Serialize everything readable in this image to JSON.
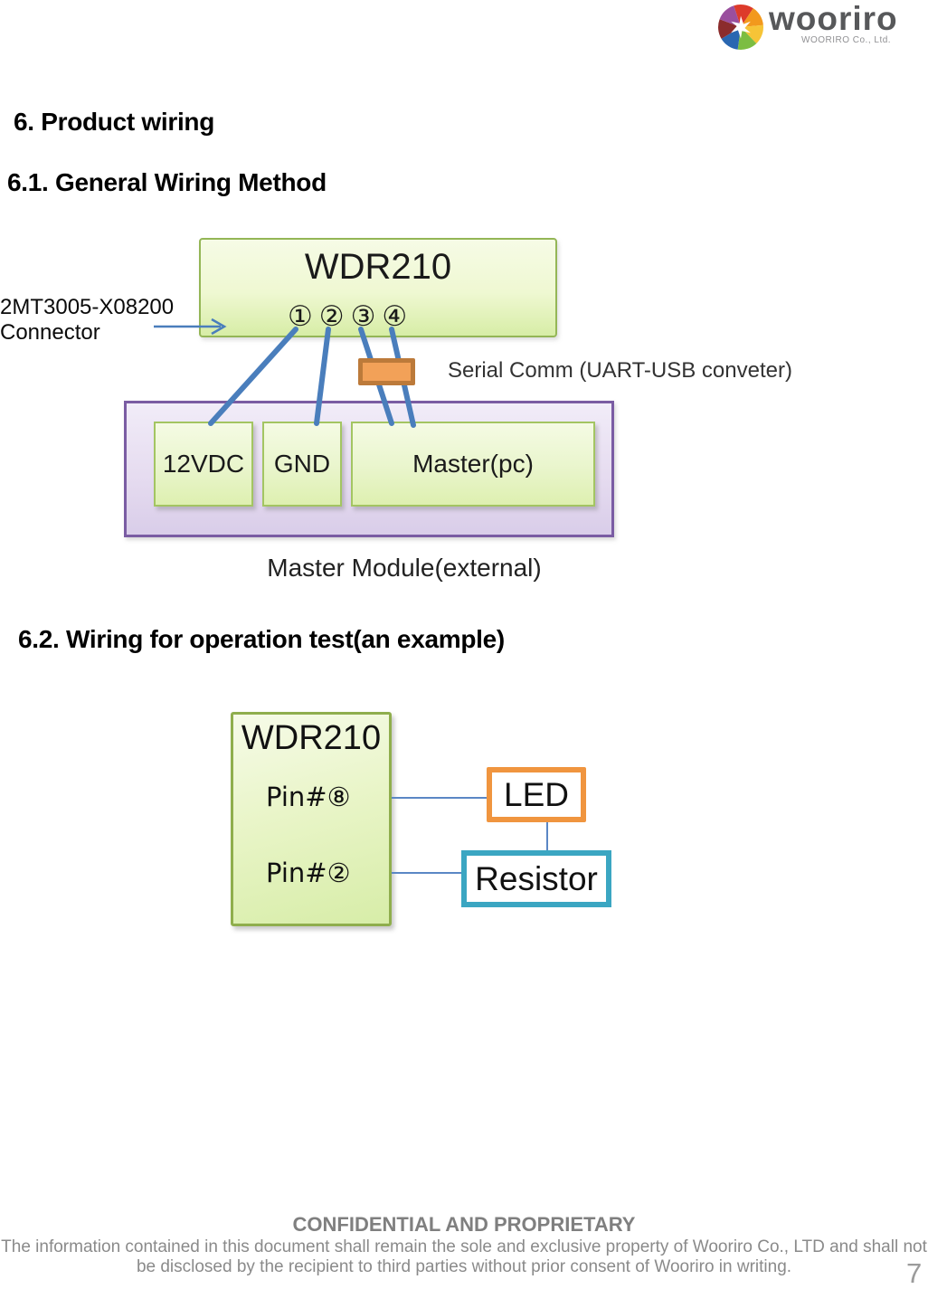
{
  "logo": {
    "brand": "wooriro",
    "subtitle": "WOORIRO Co., Ltd.",
    "colors": [
      "#dd3b2a",
      "#f2991d",
      "#f6c437",
      "#7cbd42",
      "#2a67b1",
      "#8b2c2c",
      "#9a4f9e"
    ]
  },
  "headings": {
    "section": "6. Product wiring",
    "sub1": "6.1. General Wiring Method",
    "sub2": "6.2. Wiring for operation test(an example)"
  },
  "diagram1": {
    "wdr_box": {
      "title": "WDR210",
      "pins": [
        "①",
        "②",
        "③",
        "④"
      ]
    },
    "connector_label": {
      "line1": "2MT3005-X08200",
      "line2": "Connector"
    },
    "serial_label": "Serial Comm (UART-USB conveter)",
    "master_module": {
      "caption": "Master Module(external)",
      "items": [
        "12VDC",
        "GND",
        "Master(pc)"
      ]
    }
  },
  "diagram2": {
    "wdr_box": {
      "title": "WDR210",
      "pin_top": "Pin#⑧",
      "pin_bottom": "Pin#②"
    },
    "led_label": "LED",
    "resistor_label": "Resistor"
  },
  "footer": {
    "title": "CONFIDENTIAL AND PROPRIETARY",
    "line1": "The information contained in this document shall remain the sole and exclusive property of Wooriro Co., LTD and shall not",
    "line2": "be disclosed by the recipient to third parties without prior consent of Wooriro in writing."
  },
  "page": {
    "number": "7"
  },
  "colors": {
    "wire_blue_thick": "#4a7ebc",
    "wire_blue_thin": "#5b87c5",
    "green_box_border": "#94b656",
    "green_box_fill_top": "#f6fbe6",
    "green_box_fill_bottom": "#d7eda6",
    "purple_box_border": "#7a5ca3",
    "purple_box_fill": "#e6dcf0",
    "orange_box_fill": "#f2a158",
    "orange_box_border": "#bc7a3a",
    "led_border": "#f0953f",
    "resistor_border": "#3ba6c2",
    "footer_gray": "#8a8a8a"
  }
}
